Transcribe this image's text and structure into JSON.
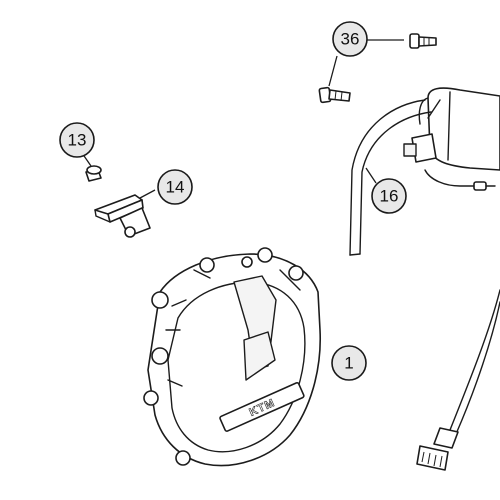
{
  "callouts": [
    {
      "id": "13",
      "label": "13"
    },
    {
      "id": "14",
      "label": "14"
    },
    {
      "id": "36",
      "label": "36"
    },
    {
      "id": "16",
      "label": "16"
    },
    {
      "id": "1",
      "label": "1"
    }
  ],
  "cover_logo_text": "KTM"
}
